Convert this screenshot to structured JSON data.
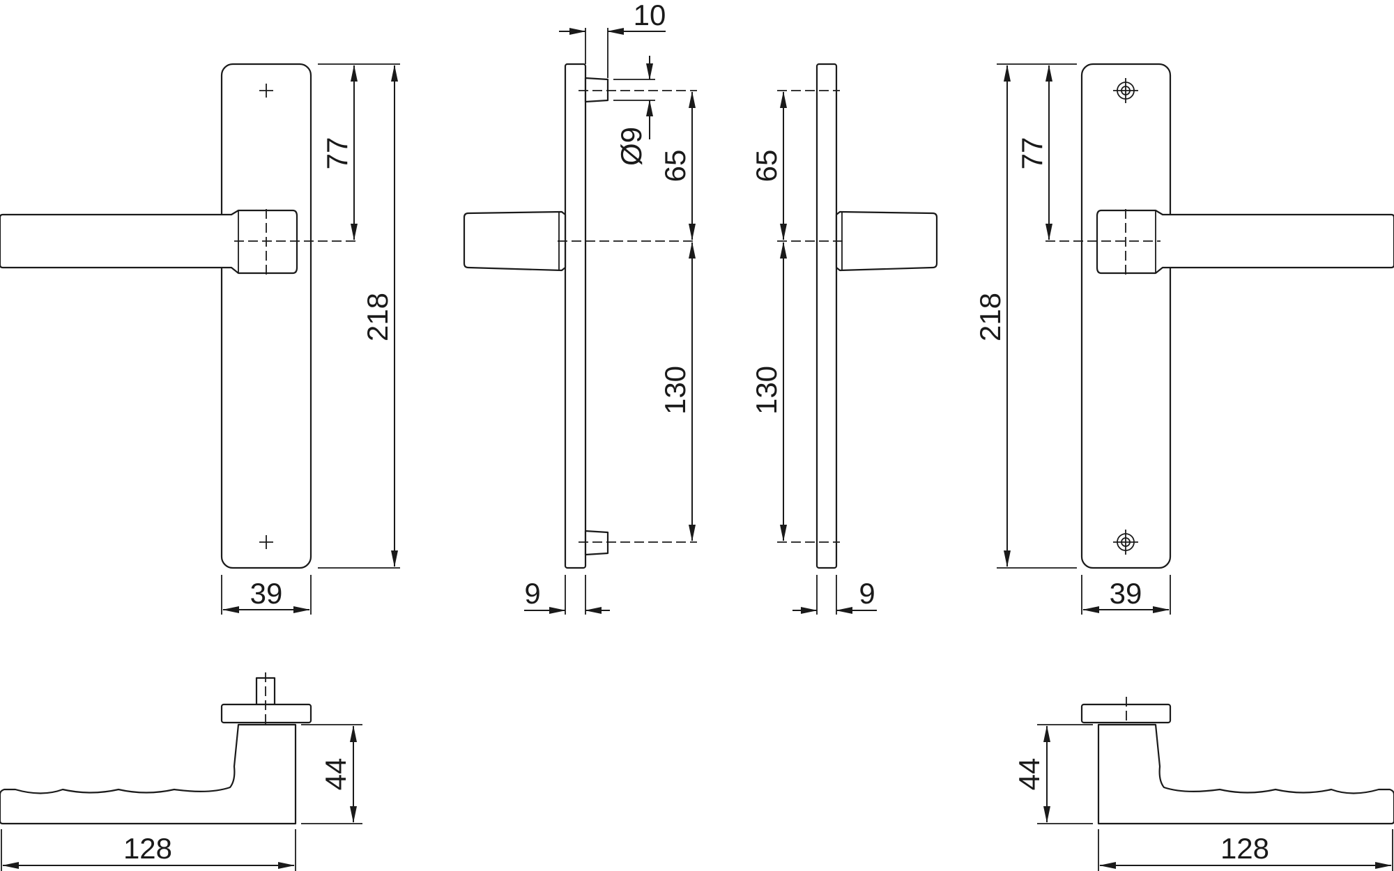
{
  "drawing": {
    "background": "#ffffff",
    "line_color": "#1a1a1a",
    "front_left": {
      "dim_width": "39",
      "dim_top_to_axis": "77",
      "dim_total_height": "218"
    },
    "side_left": {
      "dim_pin_offset": "10",
      "dim_pin_diameter": "Ø9",
      "dim_upper": "65",
      "dim_lower": "130",
      "dim_thickness": "9"
    },
    "side_right": {
      "dim_upper": "65",
      "dim_lower": "130",
      "dim_thickness": "9"
    },
    "front_right": {
      "dim_width": "39",
      "dim_top_to_axis": "77",
      "dim_total_height": "218"
    },
    "top_left": {
      "dim_height": "44",
      "dim_length": "128"
    },
    "top_right": {
      "dim_height": "44",
      "dim_length": "128"
    }
  }
}
